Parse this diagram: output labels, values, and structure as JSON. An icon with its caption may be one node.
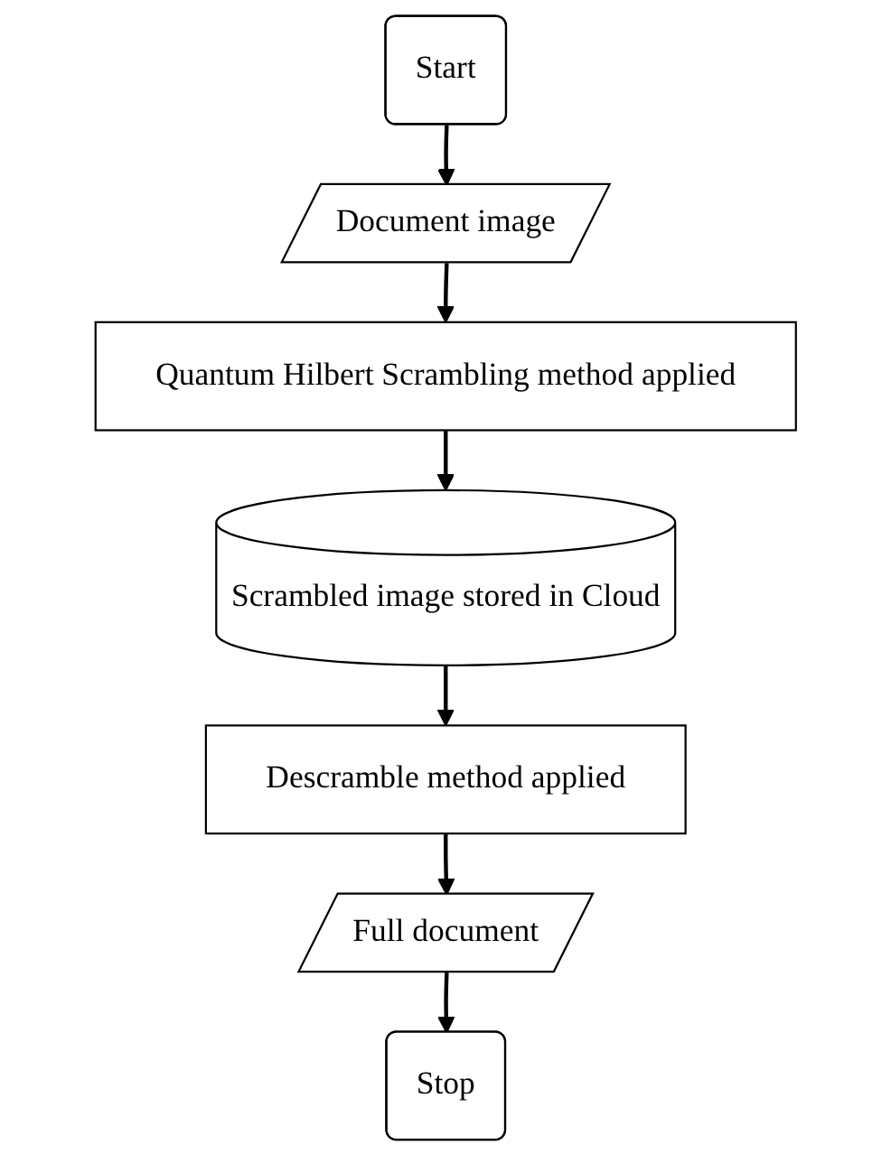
{
  "diagram": {
    "nodes": [
      {
        "text": [
          "Start"
        ]
      },
      {
        "text": [
          "Document image"
        ]
      },
      {
        "text": [
          "Quantum Hilbert Scrambling method applied"
        ]
      },
      {
        "text": [
          "Scrambled image stored in Cloud"
        ]
      },
      {
        "text": [
          "Descramble method applied"
        ]
      },
      {
        "text": [
          "Full document"
        ]
      },
      {
        "text": [
          "Stop"
        ]
      }
    ],
    "edges": [
      {
        "from": 0,
        "to": 1,
        "arrow": "to"
      },
      {
        "from": 1,
        "to": 2,
        "arrow": "to"
      },
      {
        "from": 2,
        "to": 3,
        "arrow": "to"
      },
      {
        "from": 3,
        "to": 4,
        "arrow": "to"
      },
      {
        "from": 4,
        "to": 5,
        "arrow": "to"
      },
      {
        "from": 5,
        "to": 6,
        "arrow": "to"
      }
    ]
  }
}
